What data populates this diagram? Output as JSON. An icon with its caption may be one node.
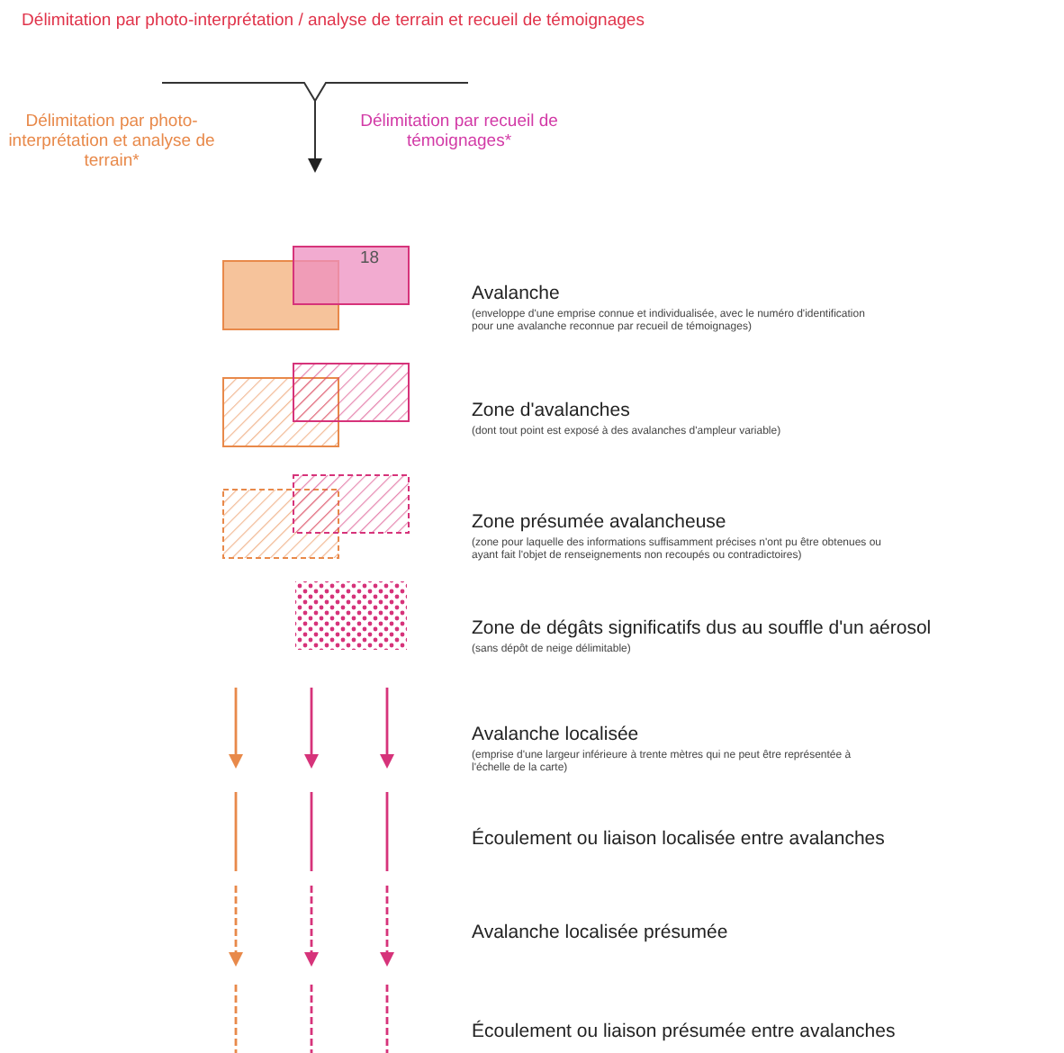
{
  "diagram": {
    "labels": [
      "Délimitation par photo-interprétation / analyse de terrain et recueil de témoignages",
      "Délimitation par photo-interprétation et analyse de terrain*",
      "Délimitation par recueil de témoignages*",
      "18",
      "(enveloppe d'une emprise connue et individualisée, avec le numéro d'identification pour une avalanche reconnue par recueil de témoignages)",
      "(dont tout point est exposé à des avalanches d'ampleur variable)",
      "(zone pour laquelle des informations suffisamment précises n'ont pu être obtenues ou ayant fait l'objet de renseignements non recoupés ou contradictoires)",
      "(sans dépôt de neige délimitable)",
      "(emprise d'une largeur inférieure à trente mètres qui ne peut être représentée à l'échelle de la carte)"
    ],
    "legend": [
      {
        "text": "Avalanche"
      },
      {
        "text": "Zone d'avalanches"
      },
      {
        "text": "Zone présumée avalancheuse"
      },
      {
        "text": "Zone de dégâts significatifs dus au souffle d'un aérosol"
      },
      {
        "text": "Avalanche localisée"
      },
      {
        "text": "Écoulement ou liaison localisée entre avalanches"
      },
      {
        "text": "Avalanche localisée présumée"
      },
      {
        "text": "Écoulement ou liaison présumée entre avalanches"
      }
    ]
  }
}
